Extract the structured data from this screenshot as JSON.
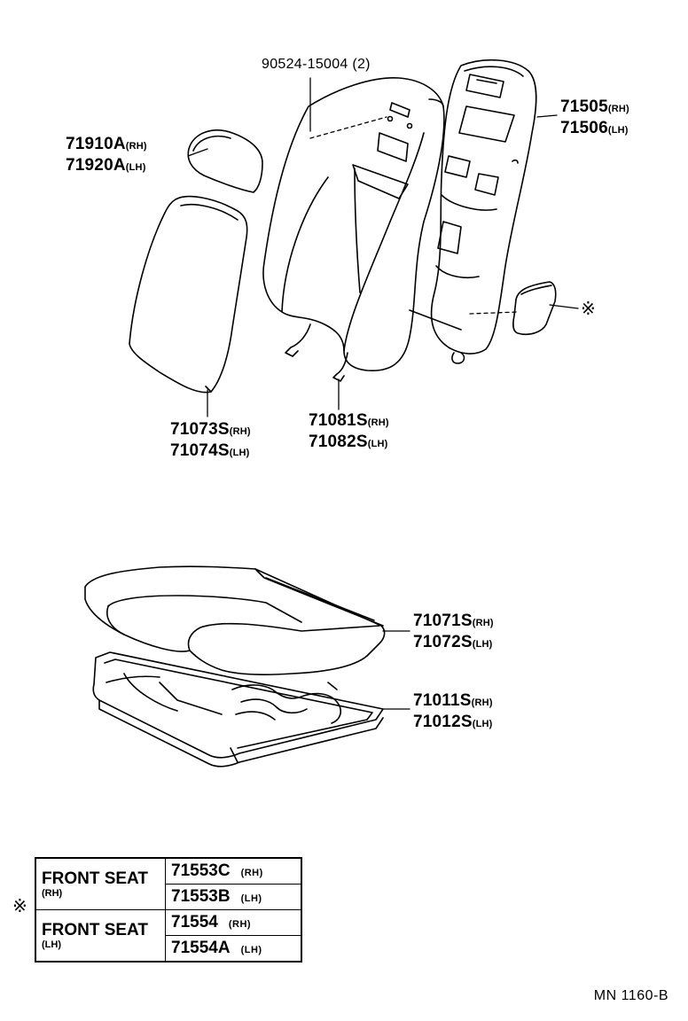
{
  "headrest_label": {
    "lines": [
      {
        "num": "71910A",
        "side": "(RH)"
      },
      {
        "num": "71920A",
        "side": "(LH)"
      }
    ]
  },
  "screw_label": "90524-15004 (2)",
  "frame_label": {
    "lines": [
      {
        "num": "71505",
        "side": "(RH)"
      },
      {
        "num": "71506",
        "side": "(LH)"
      }
    ]
  },
  "back_cover_label": {
    "lines": [
      {
        "num": "71073S",
        "side": "(RH)"
      },
      {
        "num": "71074S",
        "side": "(LH)"
      }
    ]
  },
  "back_pad_label": {
    "lines": [
      {
        "num": "71081S",
        "side": "(RH)"
      },
      {
        "num": "71082S",
        "side": "(LH)"
      }
    ]
  },
  "cushion_label": {
    "lines": [
      {
        "num": "71071S",
        "side": "(RH)"
      },
      {
        "num": "71072S",
        "side": "(LH)"
      }
    ]
  },
  "cushion_frame_label": {
    "lines": [
      {
        "num": "71011S",
        "side": "(RH)"
      },
      {
        "num": "71012S",
        "side": "(LH)"
      }
    ]
  },
  "symbol": "※",
  "table": {
    "groups": [
      {
        "seat": "FRONT SEAT",
        "seat_side": "(RH)",
        "rows": [
          {
            "num": "71553C",
            "side": "(RH)"
          },
          {
            "num": "71553B",
            "side": "(LH)"
          }
        ]
      },
      {
        "seat": "FRONT SEAT",
        "seat_side": "(LH)",
        "rows": [
          {
            "num": "71554",
            "side": "(RH)"
          },
          {
            "num": "71554A",
            "side": "(LH)"
          }
        ]
      }
    ]
  },
  "page_ref": "MN  1160-B"
}
